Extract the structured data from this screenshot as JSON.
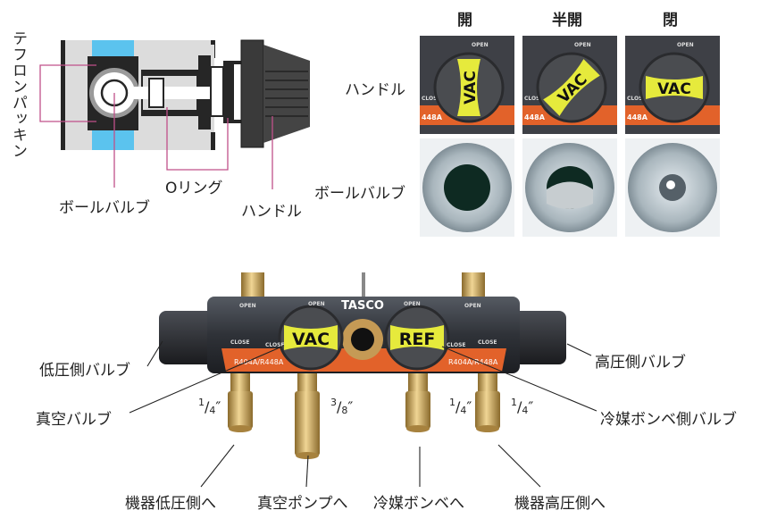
{
  "cross_section": {
    "labels": {
      "teflon_packing": "テフロンパッキン",
      "ball_valve": "ボールバルブ",
      "o_ring": "Oリング",
      "handle": "ハンドル"
    },
    "colors": {
      "body": "#dcdcdc",
      "port": "#5bc3ee",
      "part": "#262626",
      "leader": "#c0508a"
    }
  },
  "state_table": {
    "columns": [
      "開",
      "半開",
      "閉"
    ],
    "rows": [
      "ハンドル",
      "ボールバルブ"
    ],
    "knob_label": "VAC",
    "scale_open": "OPEN",
    "scale_close": "CLOS",
    "refrigerant_fragment": "448A"
  },
  "manifold": {
    "brand": "TASCO",
    "knobs": [
      "VAC",
      "REF"
    ],
    "scale_open": "OPEN",
    "scale_close": "CLOSE",
    "refrigerant": "R404A/R448A",
    "colors": {
      "body": "#3a3d44",
      "accent": "#e2622a",
      "knob": "#e6ea3c",
      "brass": "#c9a45a"
    },
    "callouts": {
      "low_side_valve": "低圧側バルブ",
      "vacuum_valve": "真空バルブ",
      "high_side_valve": "高圧側バルブ",
      "refrigerant_cylinder_valve": "冷媒ボンベ側バルブ",
      "to_low_side": "機器低圧側へ",
      "to_vacuum_pump": "真空ポンプへ",
      "to_cylinder": "冷媒ボンベへ",
      "to_high_side": "機器高圧側へ"
    },
    "port_sizes": [
      {
        "num": "1",
        "den": "4",
        "unit": "″"
      },
      {
        "num": "3",
        "den": "8",
        "unit": "″"
      },
      {
        "num": "1",
        "den": "4",
        "unit": "″"
      },
      {
        "num": "1",
        "den": "4",
        "unit": "″"
      }
    ]
  }
}
